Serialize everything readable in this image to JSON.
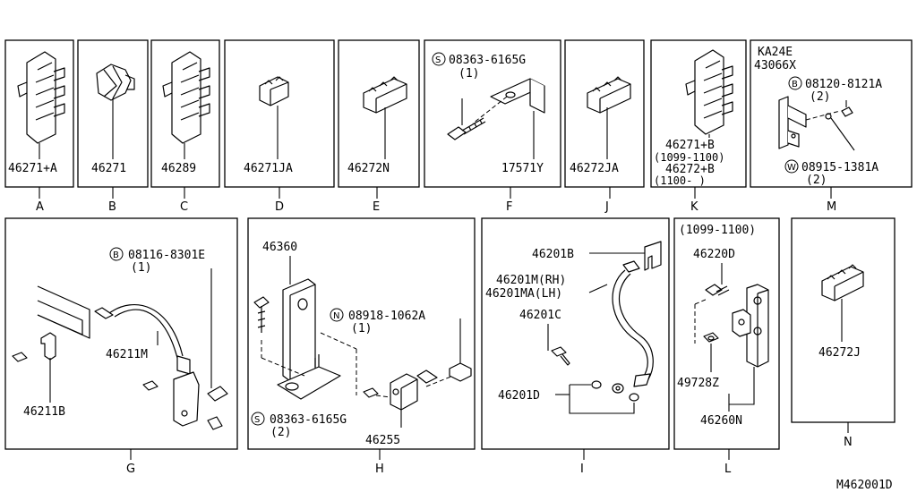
{
  "panels": {
    "A": {
      "letter": "A",
      "part": "46271+A"
    },
    "B": {
      "letter": "B",
      "part": "46271"
    },
    "C": {
      "letter": "C",
      "part": "46289"
    },
    "D": {
      "letter": "D",
      "part": "46271JA"
    },
    "E": {
      "letter": "E",
      "part": "46272N"
    },
    "F": {
      "letter": "F",
      "bolt_mark": "S",
      "bolt": "08363-6165G",
      "bolt_qty": "(1)",
      "part": "17571Y"
    },
    "J": {
      "letter": "J",
      "part": "46272JA"
    },
    "K": {
      "letter": "K",
      "part1": "46271+B",
      "range1": "(1099-1100)",
      "part2": "46272+B",
      "range2": "(1100-   )"
    },
    "M": {
      "letter": "M",
      "note1": "KA24E",
      "note2": "43066X",
      "bolt_mark": "B",
      "bolt": "08120-8121A",
      "bolt_qty": "(2)",
      "washer_mark": "W",
      "washer": "08915-1381A",
      "washer_qty": "(2)"
    },
    "G": {
      "letter": "G",
      "bolt_mark": "B",
      "bolt": "08116-8301E",
      "bolt_qty": "(1)",
      "hose": "46211M",
      "clip": "46211B"
    },
    "H": {
      "letter": "H",
      "bracket": "46360",
      "nut_mark": "N",
      "nut": "08918-1062A",
      "nut_qty": "(1)",
      "screw_mark": "S",
      "screw": "08363-6165G",
      "screw_qty": "(2)",
      "block": "46255"
    },
    "I": {
      "letter": "I",
      "clip": "46201B",
      "hose_rh": "46201M(RH)",
      "hose_lh": "46201MA(LH)",
      "bolt": "46201C",
      "washer": "46201D"
    },
    "L": {
      "letter": "L",
      "range": "(1099-1100)",
      "bolt": "46220D",
      "washer": "49728Z",
      "assy": "46260N"
    },
    "N": {
      "letter": "N",
      "part": "46272J"
    }
  },
  "footer": {
    "code": "M462001D"
  }
}
